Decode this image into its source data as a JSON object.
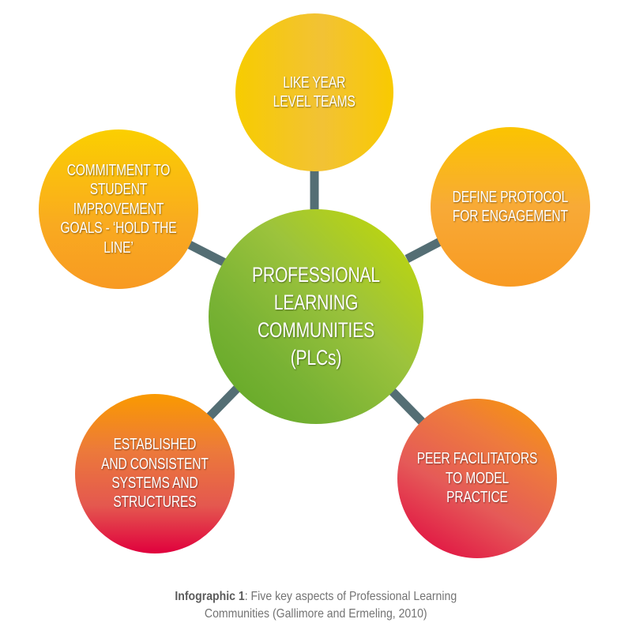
{
  "diagram": {
    "center": {
      "label": "PROFESSIONAL\nLEARNING COMMUNITIES\n(PLCs)",
      "color": "#78b234"
    },
    "nodes": [
      {
        "id": "top",
        "label": "LIKE YEAR\nLEVEL TEAMS",
        "color": "#f7cc00"
      },
      {
        "id": "right",
        "label": "DEFINE PROTOCOL\nFOR ENGAGEMENT",
        "color": "#f8aa37"
      },
      {
        "id": "bottom-right",
        "label": "PEER FACILITATORS\nTO MODEL PRACTICE",
        "color": "#e55a58"
      },
      {
        "id": "bottom-left",
        "label": "ESTABLISHED\nAND CONSISTENT\nSYSTEMS AND\nSTRUCTURES",
        "color": "#e4584f"
      },
      {
        "id": "left",
        "label": "COMMITMENT TO\nSTUDENT IMPROVEMENT\nGOALS - ‘HOLD THE LINE’",
        "color": "#f9aa20"
      }
    ],
    "connector_color": "#546e74"
  },
  "caption": {
    "bold": "Infographic 1",
    "text": ": Five key aspects of Professional Learning",
    "line2": "Communities (Gallimore and Ermeling, 2010)"
  }
}
